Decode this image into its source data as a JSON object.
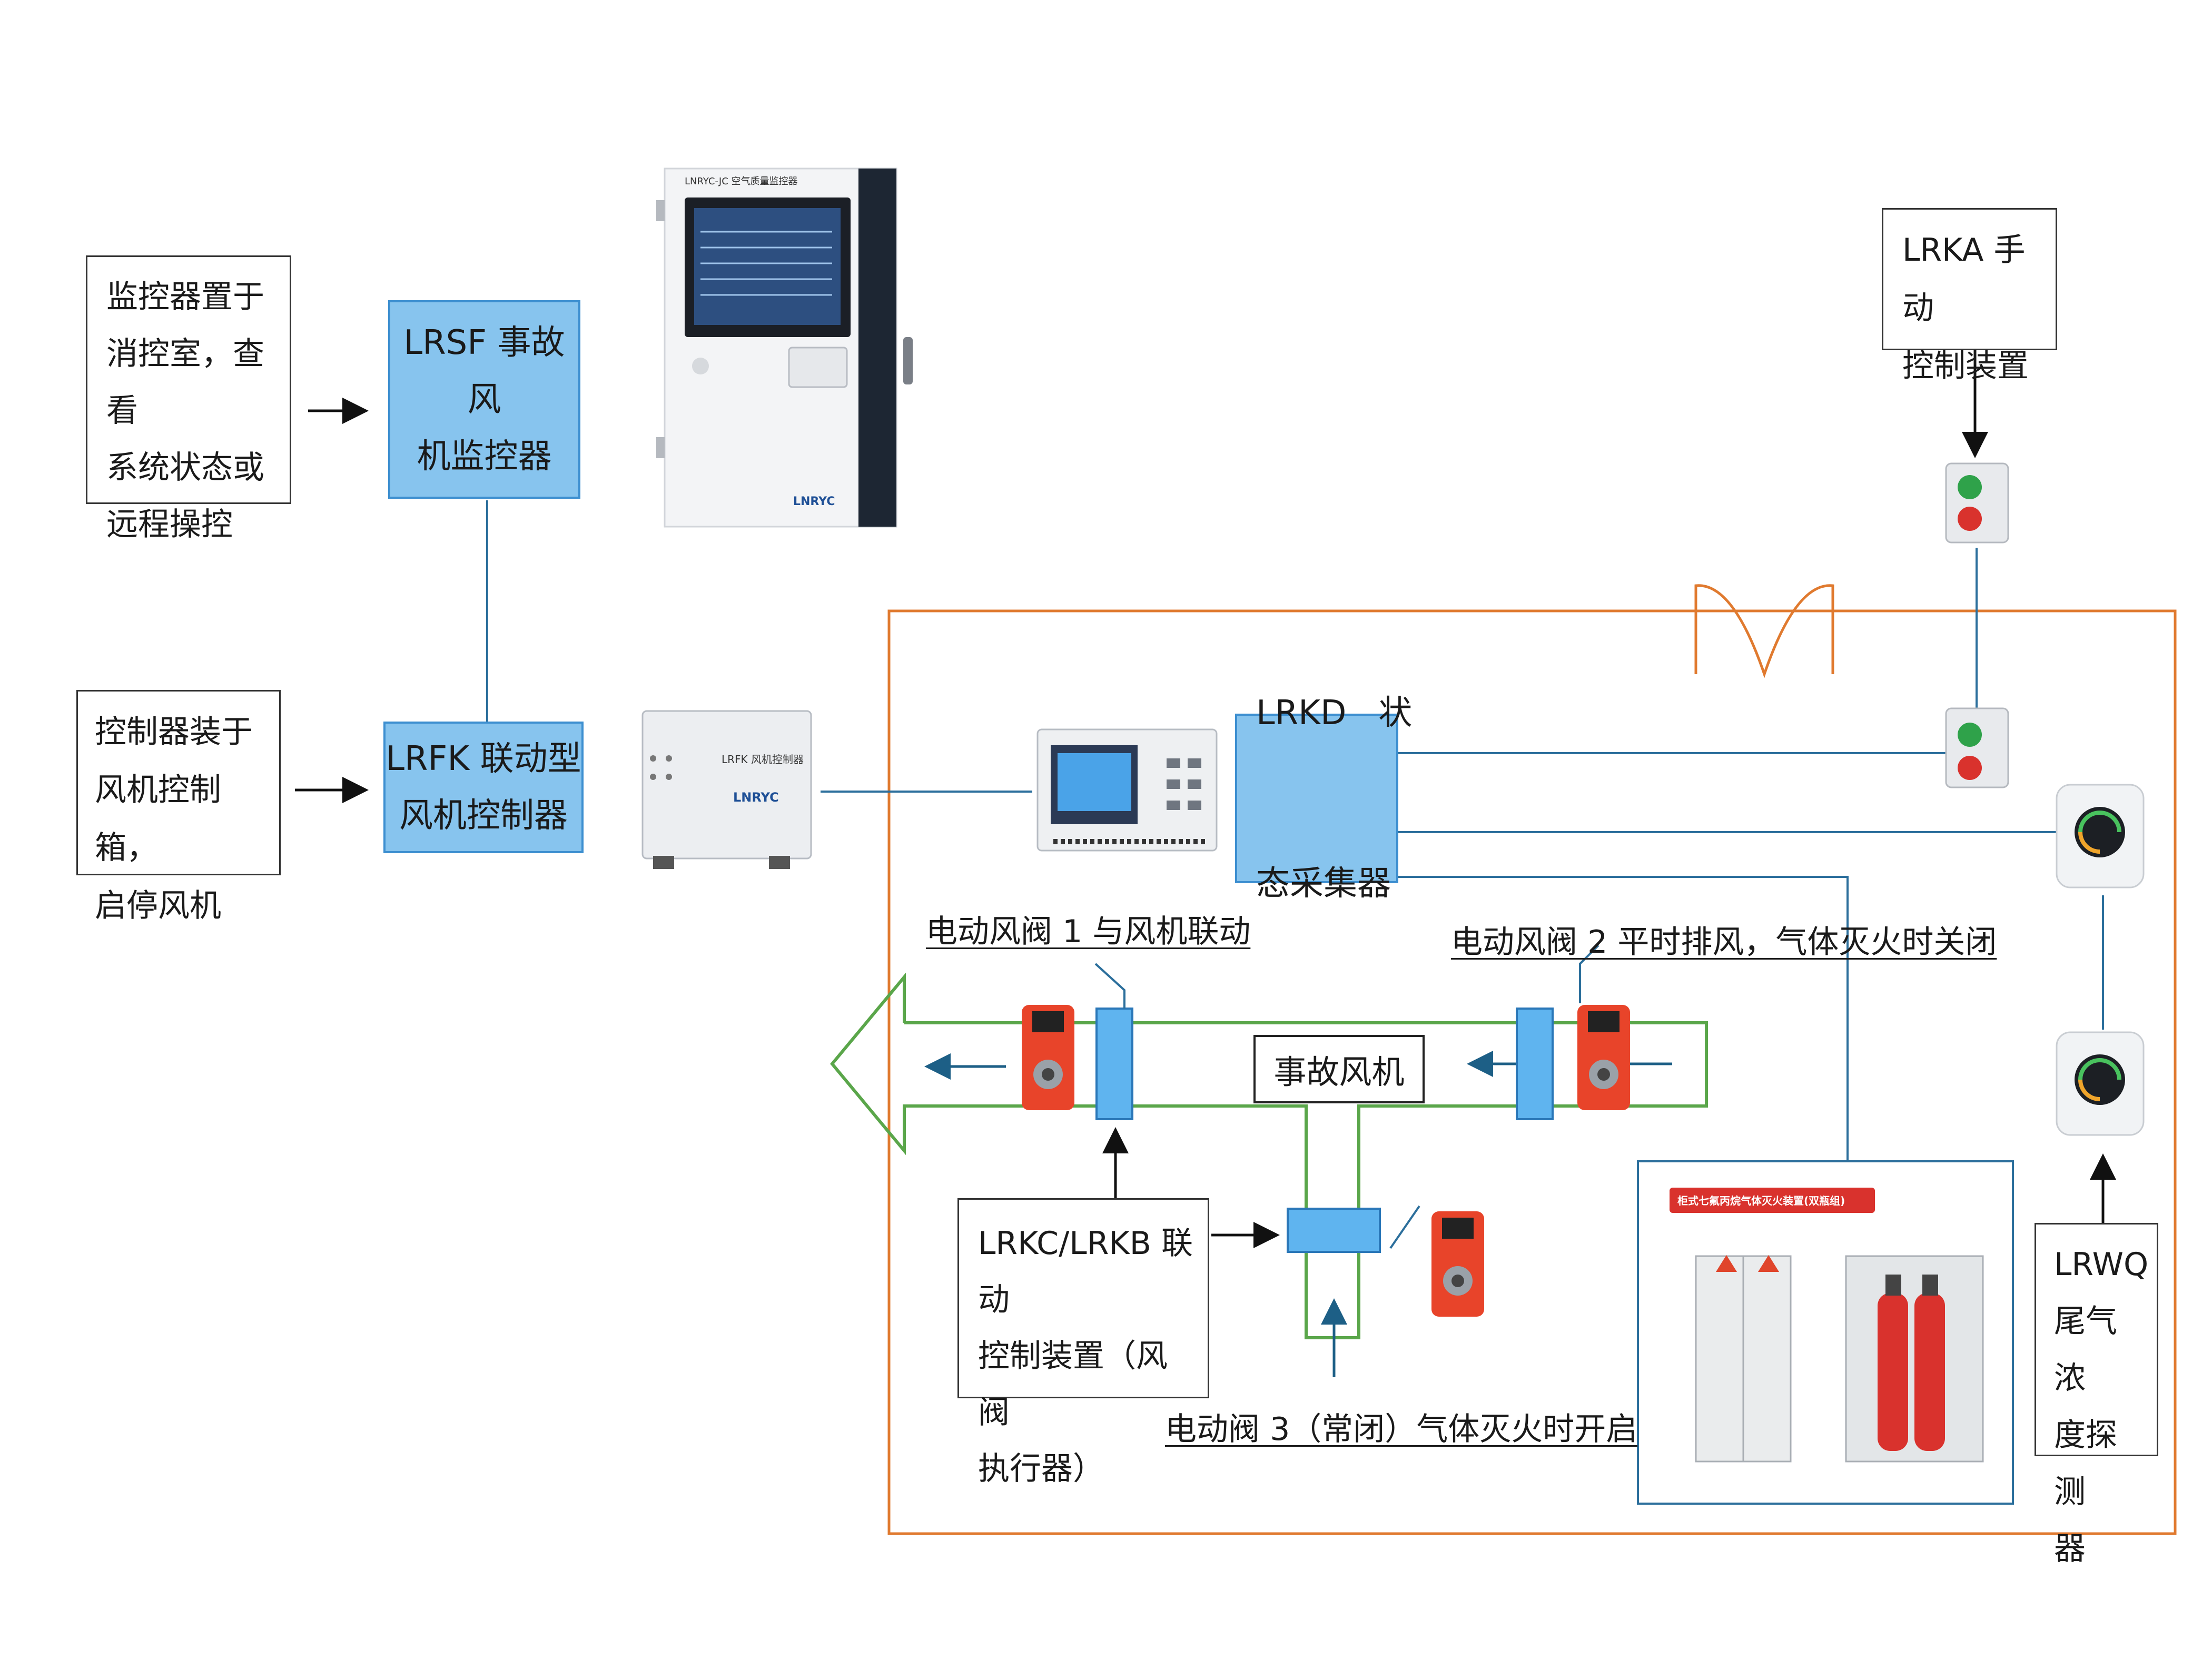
{
  "notes": {
    "monitor_note": [
      "监控器置于",
      "消控室，查看",
      "系统状态或",
      "远程操控"
    ],
    "controller_note": [
      "控制器装于",
      "风机控制箱，",
      "启停风机"
    ],
    "manual_note": [
      "LRKA 手动",
      "控制装置"
    ],
    "exhaust_note": [
      "LRWQ",
      "尾气浓",
      "度探测",
      "器"
    ],
    "linkage_note": [
      "LRKC/LRKB 联动",
      "控制装置（风阀",
      "执行器）"
    ]
  },
  "blocks": {
    "lrsf": [
      "LRSF 事故风",
      "机监控器"
    ],
    "lrfk": [
      "LRFK 联动型",
      "风机控制器"
    ],
    "lrkd": [
      "LRKD   状",
      "态采集器"
    ],
    "fan": "事故风机"
  },
  "labels": {
    "valve1": "电动风阀 1 与风机联动",
    "valve2": "电动风阀 2 平时排风，气体灭火时关闭",
    "valve3": "电动阀 3（常闭）气体灭火时开启"
  },
  "device_text": {
    "monitor_model": "LNRYC-JC 空气质量监控器",
    "monitor_brand": "LNRYC",
    "fan_ctrl_model": "LRFK 风机控制器",
    "fan_ctrl_brand": "LNRYC",
    "extinguisher_banner": "柜式七氟丙烷气体灭火装置(双瓶组)"
  },
  "colors": {
    "blue_fill": "#87c4ee",
    "blue_border": "#3d8fd0",
    "orange_frame": "#e07a2f",
    "duct_green": "#5aa64a",
    "signal_line": "#2c6f9c",
    "valve_red": "#e8442a"
  }
}
